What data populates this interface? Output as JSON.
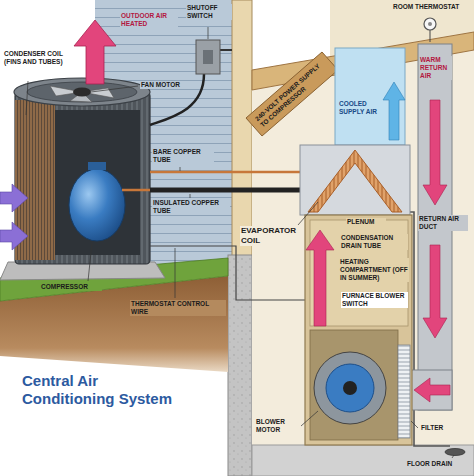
{
  "diagram": {
    "title": "Central Air Conditioning System",
    "labels": [
      "OUTDOOR AIR HEATED",
      "SHUTOFF SWITCH",
      "ROOM THERMOSTAT",
      "CONDENSER COIL (FINS AND TUBES)",
      "FAN MOTOR",
      "240-VOLT POWER SUPPLY TO COMPRESSOR",
      "WARM RETURN AIR",
      "COOLED SUPPLY AIR",
      "BARE COPPER TUBE",
      "PLENUM",
      "INSULATED COPPER TUBE",
      "EVAPORATOR COIL",
      "RETURN AIR DUCT",
      "CONDENSATION DRAIN TUBE",
      "COMPRESSOR",
      "HEATING COMPARTMENT (OFF IN SUMMER)",
      "THERMOSTAT CONTROL WIRE",
      "FURNACE BLOWER SWITCH",
      "FILTER",
      "BLOWER MOTOR",
      "FLOOR DRAIN"
    ]
  }
}
